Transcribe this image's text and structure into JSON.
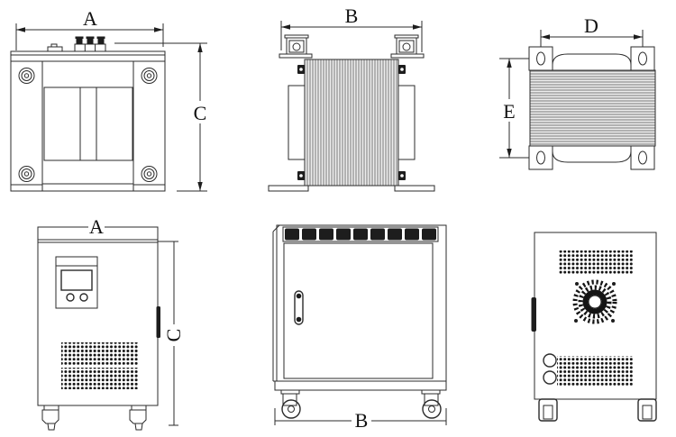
{
  "colors": {
    "background": "#ffffff",
    "line": "#2b2b2b",
    "dark_fill": "#1d1d1d",
    "hatch_bg": "#ededed"
  },
  "dims": {
    "transformer_front": {
      "width": "A",
      "height": "C"
    },
    "transformer_side": {
      "width": "B"
    },
    "transformer_top": {
      "width": "D",
      "depth": "E"
    },
    "cabinet_front": {
      "width": "A",
      "height": "C"
    },
    "cabinet_side": {
      "width": "B"
    }
  }
}
